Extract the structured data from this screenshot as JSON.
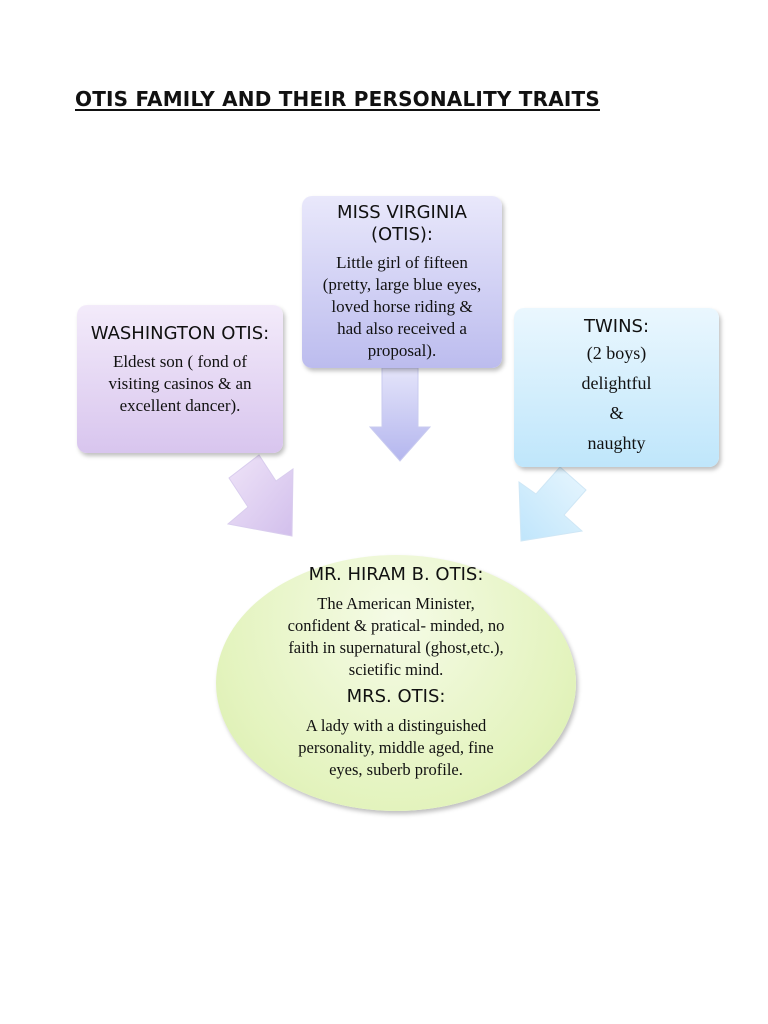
{
  "title": "OTIS FAMILY AND THEIR PERSONALITY TRAITS",
  "nodes": {
    "virginia": {
      "heading_line1": "MISS VIRGINIA",
      "heading_line2": "(OTIS):",
      "lines": [
        "Little girl of fifteen",
        "(pretty, large blue eyes,",
        "loved horse riding &",
        "had also received a",
        "proposal)."
      ]
    },
    "washington": {
      "heading": "WASHINGTON OTIS:",
      "lines": [
        "Eldest son ( fond of",
        "visiting casinos & an",
        "excellent dancer)."
      ]
    },
    "twins": {
      "heading": "TWINS:",
      "lines": [
        "(2 boys)",
        "delightful",
        "&",
        "naughty"
      ]
    },
    "parents": {
      "father_heading": "MR. HIRAM B. OTIS:",
      "father_lines": [
        "The American Minister,",
        "confident & pratical- minded, no",
        "faith in supernatural (ghost,etc.),",
        "scietific mind."
      ],
      "mother_heading": "MRS. OTIS:",
      "mother_lines": [
        "A lady with a distinguished",
        "personality, middle aged, fine",
        "eyes, suberb profile."
      ]
    }
  },
  "colors": {
    "virginia_fill": "#c8c8f2",
    "washington_fill": "#e2d3f2",
    "twins_fill": "#cdebfc",
    "parents_fill": "#e3f3bd"
  }
}
